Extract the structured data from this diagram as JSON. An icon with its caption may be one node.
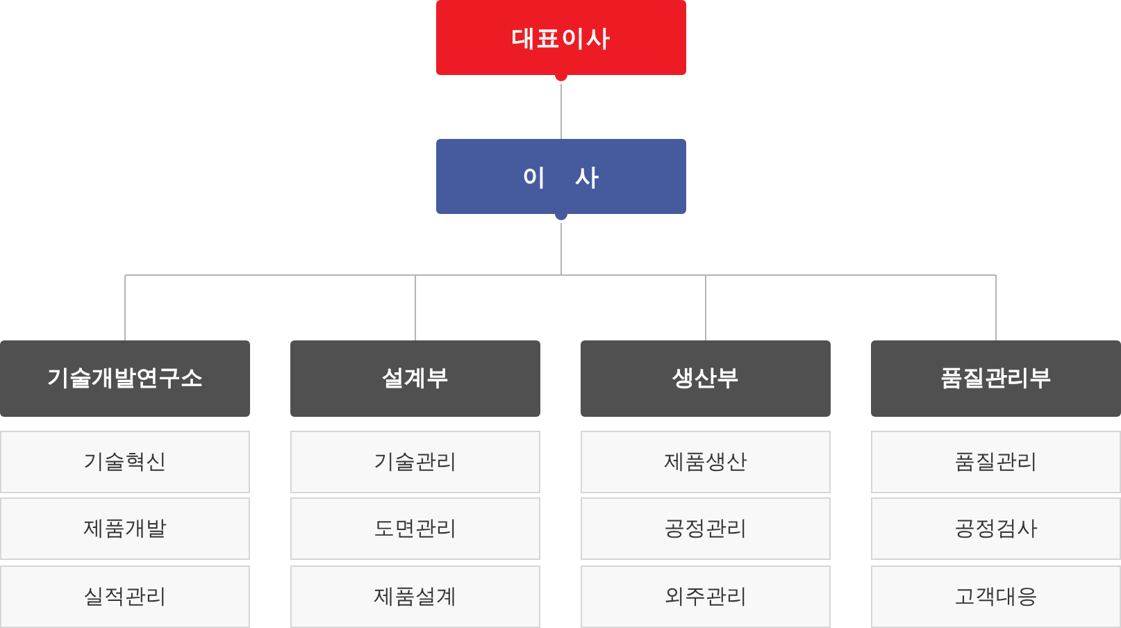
{
  "diagram": {
    "nodes": [
      {
        "text": [
          "대표이사"
        ]
      },
      {
        "text": [
          "이 사"
        ]
      },
      {
        "text": [
          "기술개발연구소"
        ]
      },
      {
        "text": [
          "설계부"
        ]
      },
      {
        "text": [
          "생산부"
        ]
      },
      {
        "text": [
          "품질관리부"
        ]
      },
      {
        "text": [
          "기술혁신"
        ]
      },
      {
        "text": [
          "제품개발"
        ]
      },
      {
        "text": [
          "실적관리"
        ]
      },
      {
        "text": [
          "기술관리"
        ]
      },
      {
        "text": [
          "도면관리"
        ]
      },
      {
        "text": [
          "제품설계"
        ]
      },
      {
        "text": [
          "제품생산"
        ]
      },
      {
        "text": [
          "공정관리"
        ]
      },
      {
        "text": [
          "외주관리"
        ]
      },
      {
        "text": [
          "품질관리"
        ]
      },
      {
        "text": [
          "공정검사"
        ]
      },
      {
        "text": [
          "고객대응"
        ]
      }
    ],
    "edges": [
      {
        "from": 0,
        "to": 1,
        "arrow": "other"
      },
      {
        "from": 1,
        "to": 2,
        "arrow": "other"
      },
      {
        "from": 1,
        "to": 3,
        "arrow": "other"
      },
      {
        "from": 1,
        "to": 4,
        "arrow": "other"
      },
      {
        "from": 1,
        "to": 5,
        "arrow": "other"
      }
    ]
  }
}
